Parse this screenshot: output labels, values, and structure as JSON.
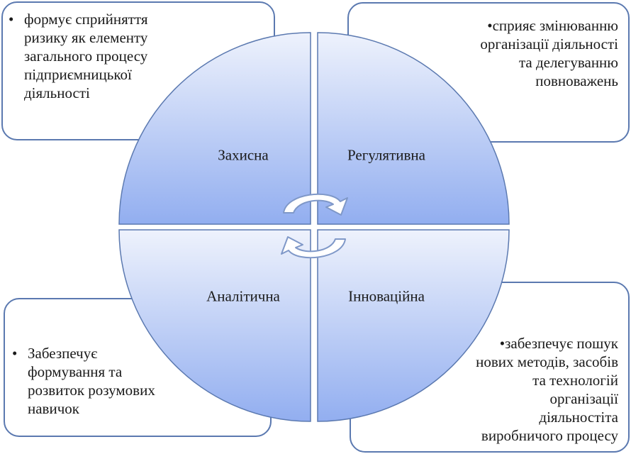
{
  "colors": {
    "border": "#5b79b0",
    "segment_light": "#eef2fc",
    "segment_dark": "#92aef0",
    "arrow_fill": "#ffffff",
    "arrow_stroke": "#7f98c8"
  },
  "quadrants": {
    "top_left": "Захисна",
    "top_right": "Регулятивна",
    "bottom_left": "Аналітична",
    "bottom_right": "Інноваційна"
  },
  "boxes": {
    "top_left": {
      "bullet": "•",
      "lines": [
        "формує сприйняття",
        "ризику як елементу",
        "загального процесу",
        "підприємницької",
        "діяльності"
      ]
    },
    "top_right": {
      "lines": [
        "•сприяє змінюванню",
        "організації діяльності",
        "та делегуванню",
        "повноважень"
      ]
    },
    "bottom_left": {
      "bullet": "•",
      "lines": [
        "Забезпечує",
        "формування та",
        "розвиток розумових",
        "навичок"
      ]
    },
    "bottom_right": {
      "lines": [
        "•забезпечує пошук",
        "нових методів, засобів",
        "та технологій",
        "організації",
        "діяльностіта",
        "виробничого процесу"
      ]
    }
  }
}
